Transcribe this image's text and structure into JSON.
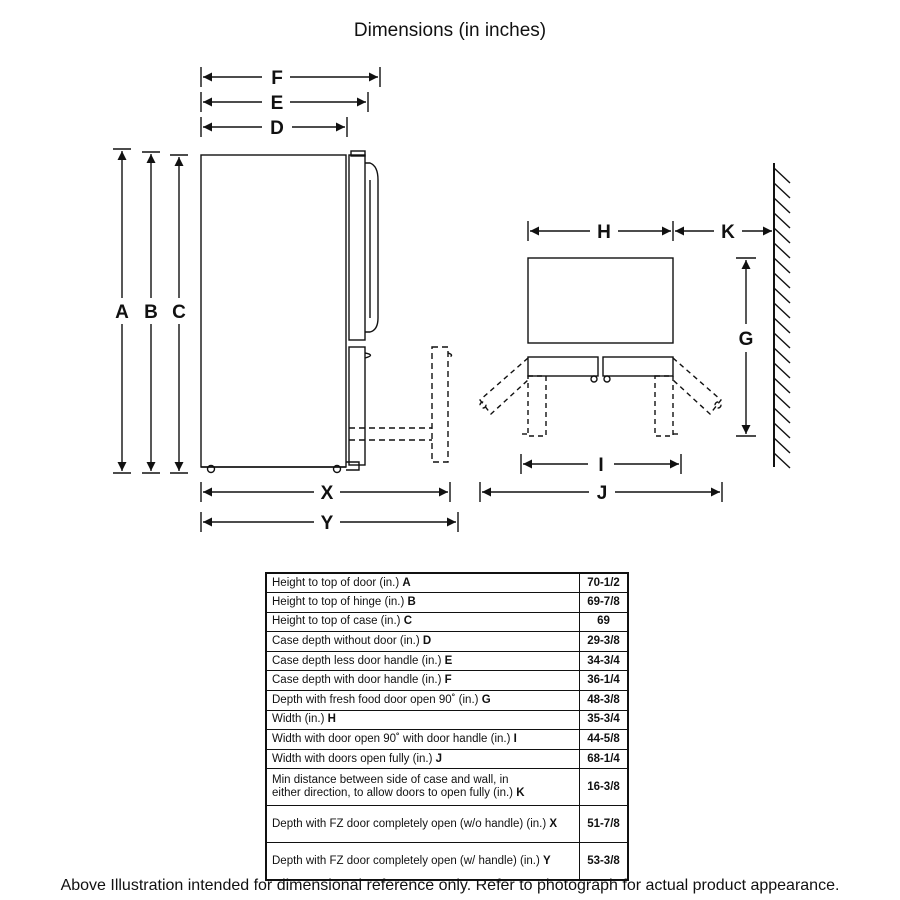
{
  "title": "Dimensions (in inches)",
  "labels": {
    "A": "A",
    "B": "B",
    "C": "C",
    "D": "D",
    "E": "E",
    "F": "F",
    "G": "G",
    "H": "H",
    "I": "I",
    "J": "J",
    "K": "K",
    "X": "X",
    "Y": "Y"
  },
  "table": {
    "rows": [
      {
        "desc": "Height to top of door (in.)",
        "letter": "A",
        "value": "70-1/2"
      },
      {
        "desc": "Height to top of hinge (in.)",
        "letter": "B",
        "value": "69-7/8"
      },
      {
        "desc": "Height to top of case (in.)",
        "letter": "C",
        "value": "69"
      },
      {
        "desc": "Case depth without door (in.)",
        "letter": "D",
        "value": "29-3/8"
      },
      {
        "desc": "Case depth less door handle (in.)",
        "letter": "E",
        "value": "34-3/4"
      },
      {
        "desc": "Case depth with door handle (in.)",
        "letter": "F",
        "value": "36-1/4"
      },
      {
        "desc": "Depth with fresh food door open 90˚ (in.)",
        "letter": "G",
        "value": "48-3/8"
      },
      {
        "desc": "Width (in.)",
        "letter": "H",
        "value": "35-3/4"
      },
      {
        "desc": "Width with door open 90˚ with door handle (in.)",
        "letter": "I",
        "value": "44-5/8"
      },
      {
        "desc": "Width with doors open fully (in.)",
        "letter": "J",
        "value": "68-1/4"
      },
      {
        "desc_line1": "Min distance between side of case and wall, in",
        "desc_line2": "either direction, to allow doors to open fully (in.)",
        "letter": "K",
        "value": "16-3/8"
      },
      {
        "desc": "Depth with FZ door completely open (w/o handle) (in.)",
        "letter": "X",
        "value": "51-7/8"
      },
      {
        "desc": "Depth with FZ door completely open (w/ handle) (in.)",
        "letter": "Y",
        "value": "53-3/8"
      }
    ]
  },
  "footnote": "Above Illustration intended for dimensional reference only. Refer to photograph for actual product appearance."
}
